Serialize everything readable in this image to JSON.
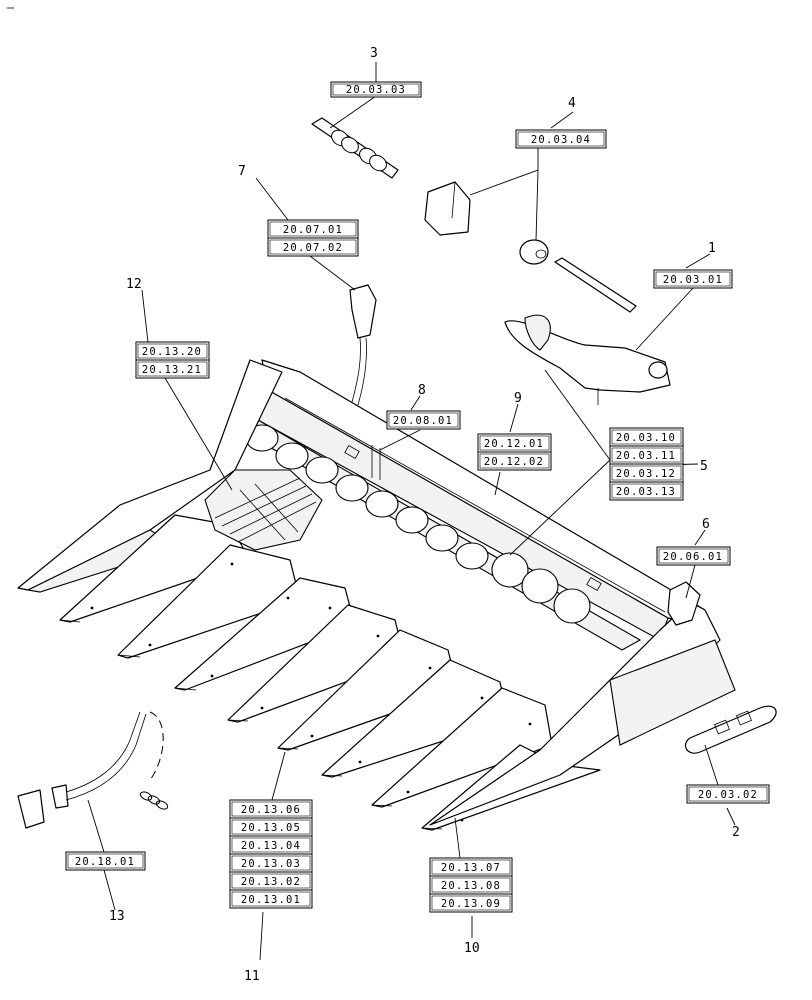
{
  "callouts": [
    {
      "id": "1",
      "refs": [
        "20.03.01"
      ]
    },
    {
      "id": "2",
      "refs": [
        "20.03.02"
      ]
    },
    {
      "id": "3",
      "refs": [
        "20.03.03"
      ]
    },
    {
      "id": "4",
      "refs": [
        "20.03.04"
      ]
    },
    {
      "id": "5",
      "refs": [
        "20.03.10",
        "20.03.11",
        "20.03.12",
        "20.03.13"
      ]
    },
    {
      "id": "6",
      "refs": [
        "20.06.01"
      ]
    },
    {
      "id": "7",
      "refs": [
        "20.07.01",
        "20.07.02"
      ]
    },
    {
      "id": "8",
      "refs": [
        "20.08.01"
      ]
    },
    {
      "id": "9",
      "refs": [
        "20.12.01",
        "20.12.02"
      ]
    },
    {
      "id": "10",
      "refs": [
        "20.13.07",
        "20.13.08",
        "20.13.09"
      ]
    },
    {
      "id": "11",
      "refs": [
        "20.13.06",
        "20.13.05",
        "20.13.04",
        "20.13.03",
        "20.13.02",
        "20.13.01"
      ]
    },
    {
      "id": "12",
      "refs": [
        "20.13.20",
        "20.13.21"
      ]
    },
    {
      "id": "13",
      "refs": [
        "20.18.01"
      ]
    }
  ]
}
